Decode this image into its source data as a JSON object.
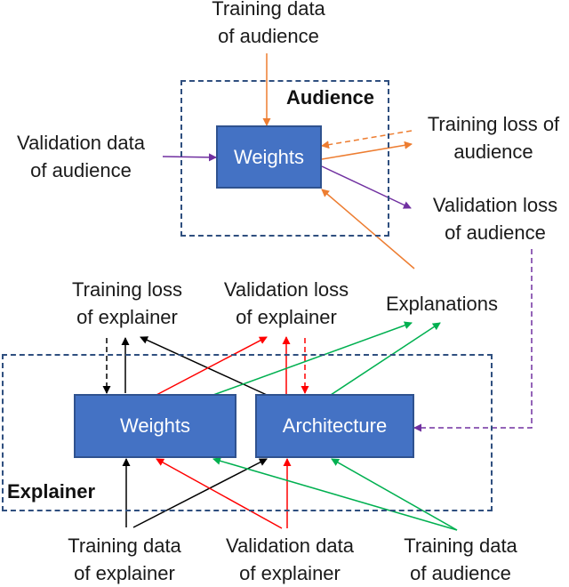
{
  "colors": {
    "box_fill": "#4472c4",
    "box_border": "#2f528f",
    "group_border": "#2f4f7f",
    "orange": "#ed7d31",
    "purple": "#7030a0",
    "red": "#ff0000",
    "green": "#00b050",
    "black": "#000000"
  },
  "audience": {
    "title": "Audience",
    "weights_label": "Weights"
  },
  "explainer": {
    "title": "Explainer",
    "weights_label": "Weights",
    "architecture_label": "Architecture"
  },
  "labels": {
    "training_data_audience_top": [
      "Training data",
      "of audience"
    ],
    "validation_data_audience": [
      "Validation data",
      "of audience"
    ],
    "training_loss_audience": [
      "Training loss of",
      "audience"
    ],
    "validation_loss_audience": [
      "Validation loss",
      "of audience"
    ],
    "explanations": "Explanations",
    "training_loss_explainer": [
      "Training loss",
      "of explainer"
    ],
    "validation_loss_explainer": [
      "Validation loss",
      "of explainer"
    ],
    "training_data_explainer": [
      "Training data",
      "of explainer"
    ],
    "validation_data_explainer": [
      "Validation data",
      "of explainer"
    ],
    "training_data_audience_bottom": [
      "Training data",
      "of audience"
    ]
  }
}
